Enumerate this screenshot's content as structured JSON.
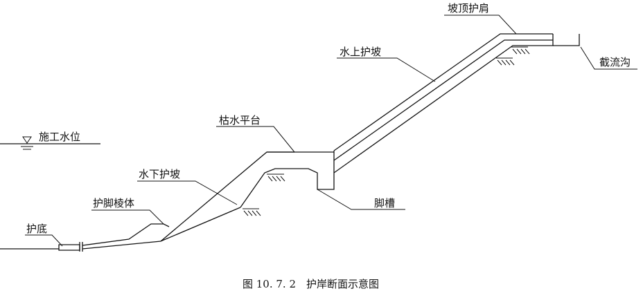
{
  "labels": {
    "slope_top_shoulder": "坡顶护肩",
    "interception_ditch": "截流沟",
    "above_water_revetment": "水上护坡",
    "dry_water_platform": "枯水平台",
    "construction_water_level": "施工水位",
    "underwater_revetment": "水下护坡",
    "toe_prism": "护脚棱体",
    "toe_trench": "脚槽",
    "bottom_protection": "护底"
  },
  "caption": "图 10. 7. 2　护岸断面示意图"
}
